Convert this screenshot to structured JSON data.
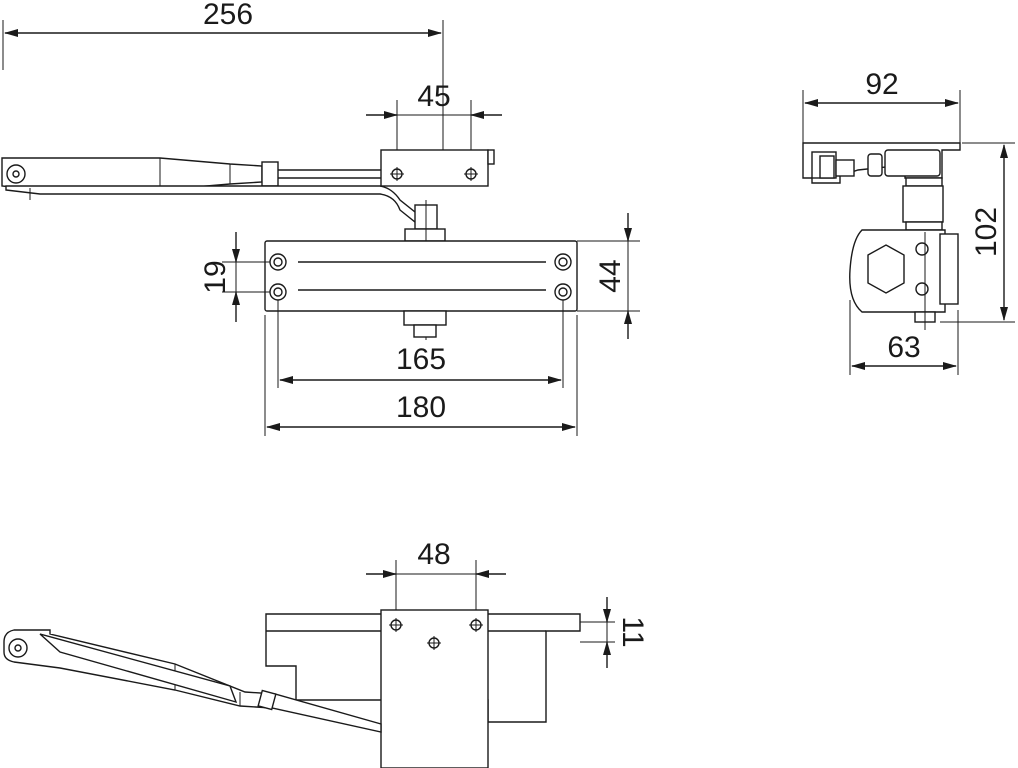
{
  "dimensions": {
    "overall_arm_length": "256",
    "arm_shoe_hole_spacing": "45",
    "body_hole_vertical": "19",
    "body_height": "44",
    "body_hole_horizontal": "165",
    "body_length": "180",
    "side_depth": "92",
    "side_height": "102",
    "side_width": "63",
    "bottom_shoe_width": "48",
    "bottom_offset": "11"
  }
}
